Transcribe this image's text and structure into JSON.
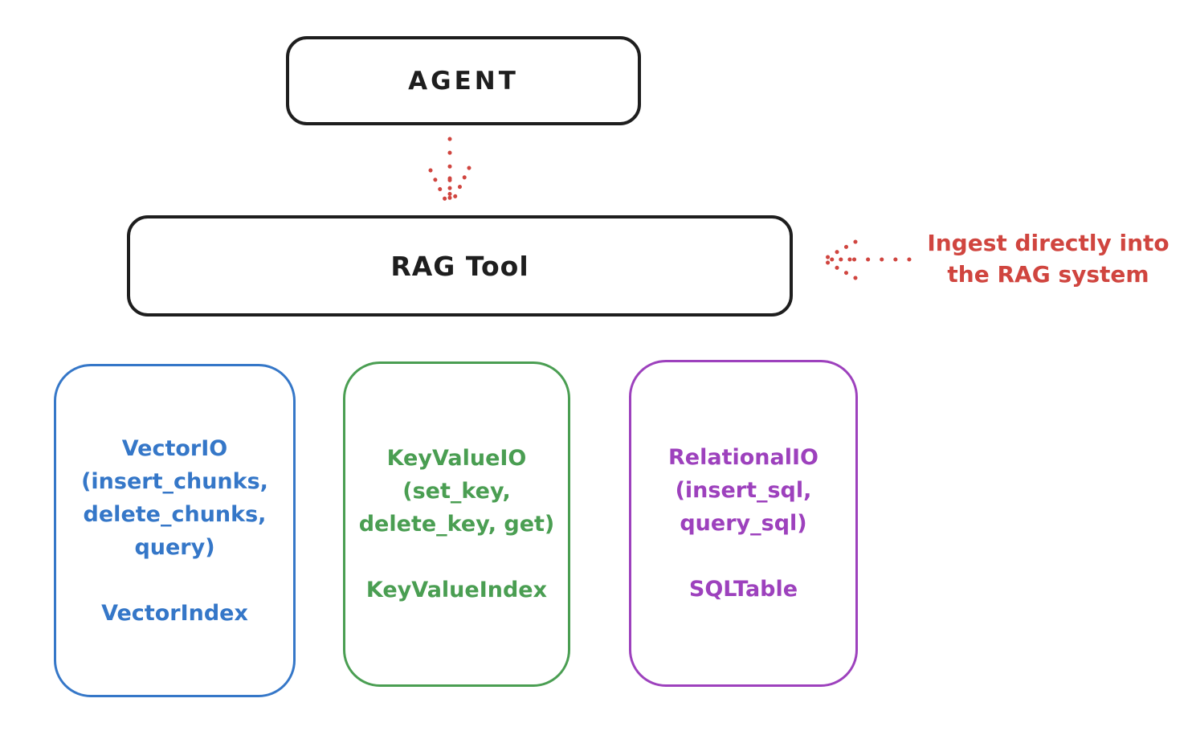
{
  "colors": {
    "bg": "#ffffff",
    "ink": "#1e1e1e",
    "red": "#d0453f",
    "blue": "#3577c8",
    "green": "#4a9e52",
    "purple": "#9d41bd"
  },
  "diagram": {
    "agent": {
      "label": "AGENT"
    },
    "rag_tool": {
      "label": "RAG Tool"
    },
    "annotation": {
      "lines": [
        "Ingest directly into",
        "the RAG system"
      ],
      "color": "#d0453f"
    },
    "arrows": [
      {
        "name": "agent-to-rag-tool",
        "style": "dotted",
        "color": "#d0453f",
        "direction": "down"
      },
      {
        "name": "ingest-into-rag-tool",
        "style": "dotted",
        "color": "#d0453f",
        "direction": "left"
      }
    ],
    "boxes": [
      {
        "title": "VectorIO",
        "lines": [
          "VectorIO",
          "(insert_chunks,",
          "delete_chunks,",
          "query)"
        ],
        "index_label": "VectorIndex",
        "color": "#3577c8"
      },
      {
        "title": "KeyValueIO",
        "lines": [
          "KeyValueIO",
          "(set_key,",
          "delete_key, get)"
        ],
        "index_label": "KeyValueIndex",
        "color": "#4a9e52"
      },
      {
        "title": "RelationalIO",
        "lines": [
          "RelationalIO",
          "(insert_sql,",
          "query_sql)"
        ],
        "index_label": "SQLTable",
        "color": "#9d41bd"
      }
    ]
  }
}
